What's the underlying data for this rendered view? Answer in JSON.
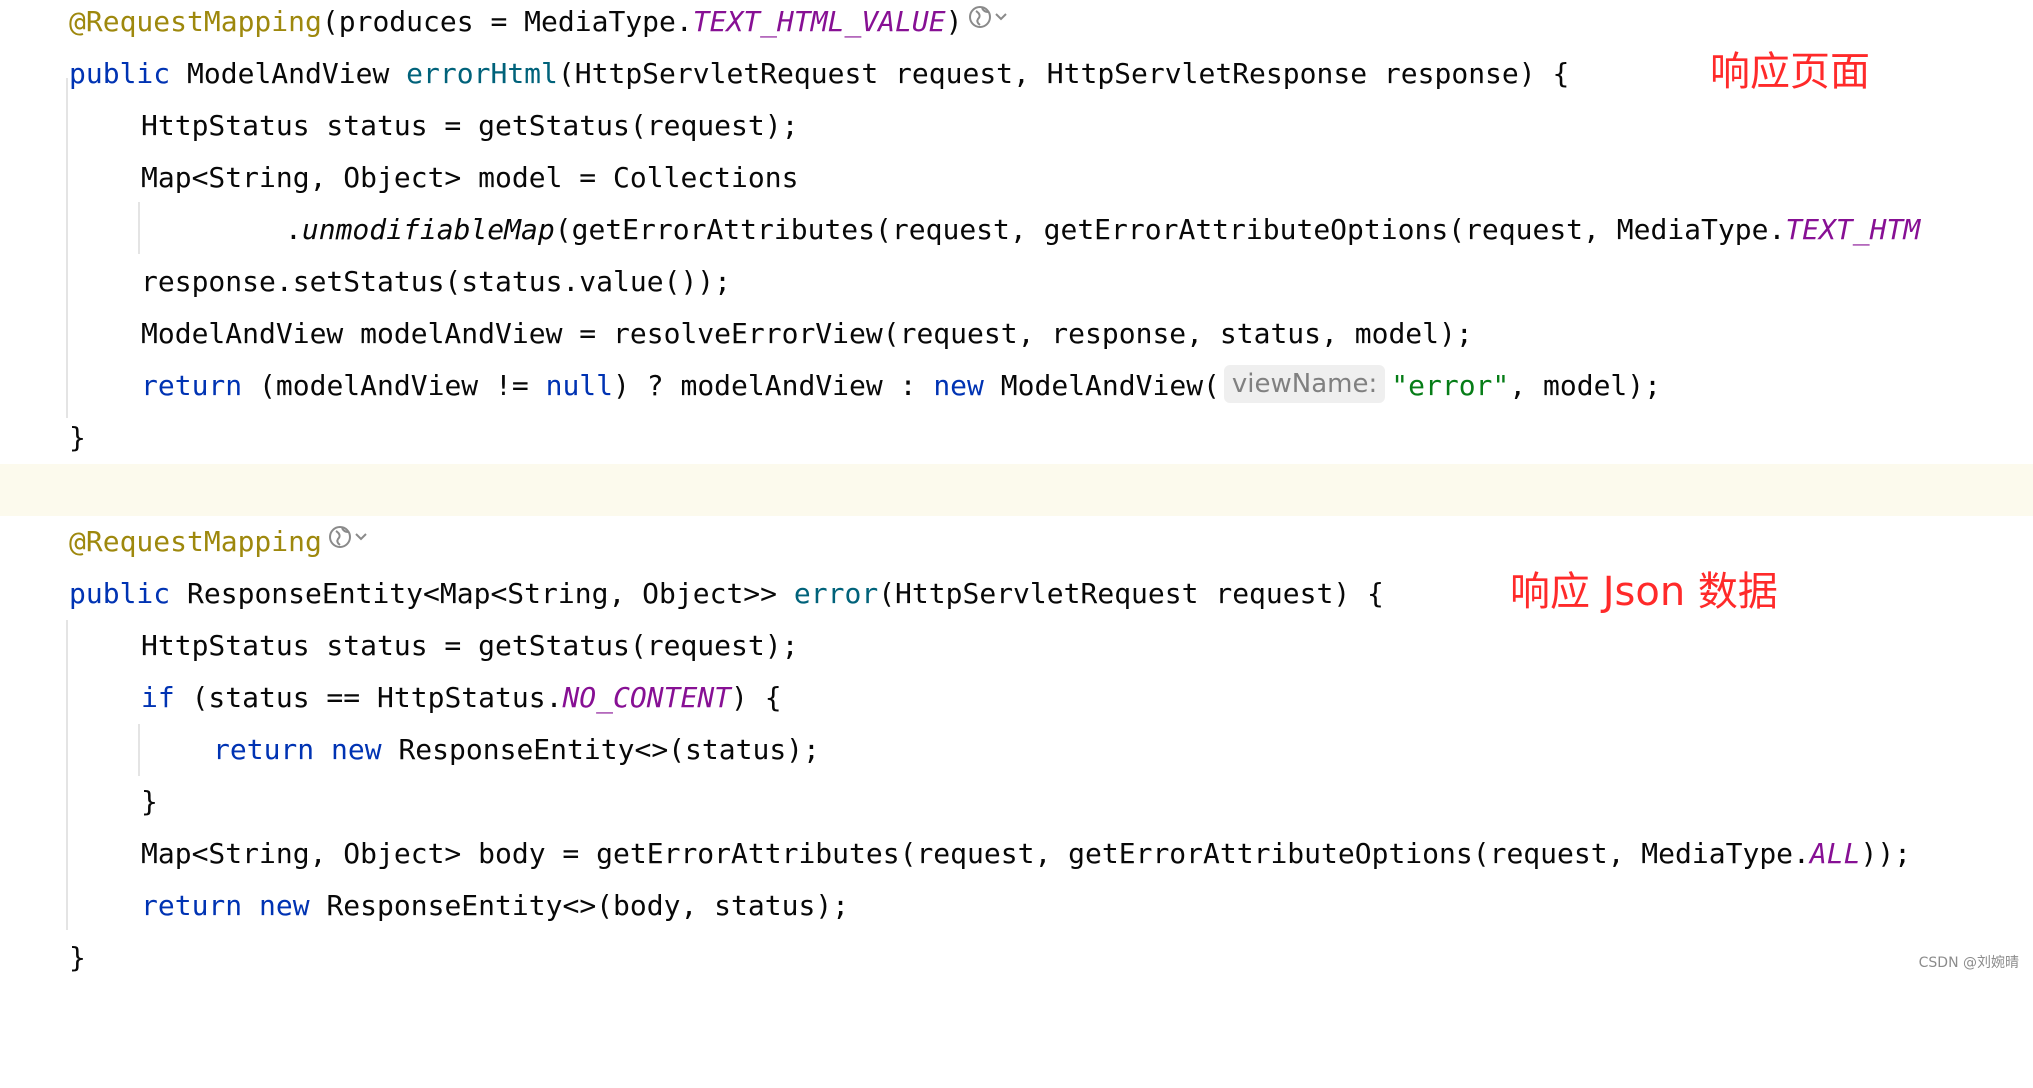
{
  "tokens": {
    "request_mapping": "@RequestMapping",
    "produces": "(produces = MediaType.",
    "text_html_value": "TEXT_HTML_VALUE",
    "close_paren": ")",
    "public": "public",
    "model_and_view": "ModelAndView",
    "error_html": "errorHtml",
    "error_html_params": "(HttpServletRequest request, HttpServletResponse response) {",
    "get_status": "HttpStatus status = getStatus(request);",
    "map_model": "Map<String, Object> model = Collections",
    "dot": ".",
    "unmodifiable_map": "unmodifiableMap",
    "unmodifiable_args": "(getErrorAttributes(request, getErrorAttributeOptions(request, MediaType.",
    "text_htm": "TEXT_HTM",
    "set_status": "response.setStatus(status.value());",
    "resolve_view": "ModelAndView modelAndView = resolveErrorView(request, response, status, model);",
    "return": "return",
    "ternary_start": " (modelAndView != ",
    "null": "null",
    "ternary_mid": ") ? modelAndView : ",
    "new": "new",
    "new_mav": " ModelAndView(",
    "hint_view_name": "viewName:",
    "error_str": "\"error\"",
    "model_tail": ", model);",
    "close_brace": "}",
    "response_entity_sig": " ResponseEntity<Map<String, Object>> ",
    "error_fn": "error",
    "error_params": "(HttpServletRequest request) {",
    "if": "if",
    "if_cond": " (status == HttpStatus.",
    "no_content": "NO_CONTENT",
    "if_close": ") {",
    "return_new_re": " ResponseEntity<>(status);",
    "body_line": "Map<String, Object> body = getErrorAttributes(request, getErrorAttributeOptions(request, MediaType.",
    "all": "ALL",
    "body_tail": "));",
    "return_body": " ResponseEntity<>(body, status);"
  },
  "annotations": {
    "page_response": "响应页面",
    "json_response": "响应 Json 数据"
  },
  "watermark": "CSDN @刘婉晴",
  "icons": {
    "web_mapping": "globe-dropdown-icon"
  },
  "colors": {
    "keyword": "#0033b3",
    "annotation": "#9e880d",
    "method": "#00627a",
    "constant": "#871094",
    "string": "#067d17",
    "red_note": "#ff2a2a",
    "current_line_bg": "#fcfaed"
  }
}
